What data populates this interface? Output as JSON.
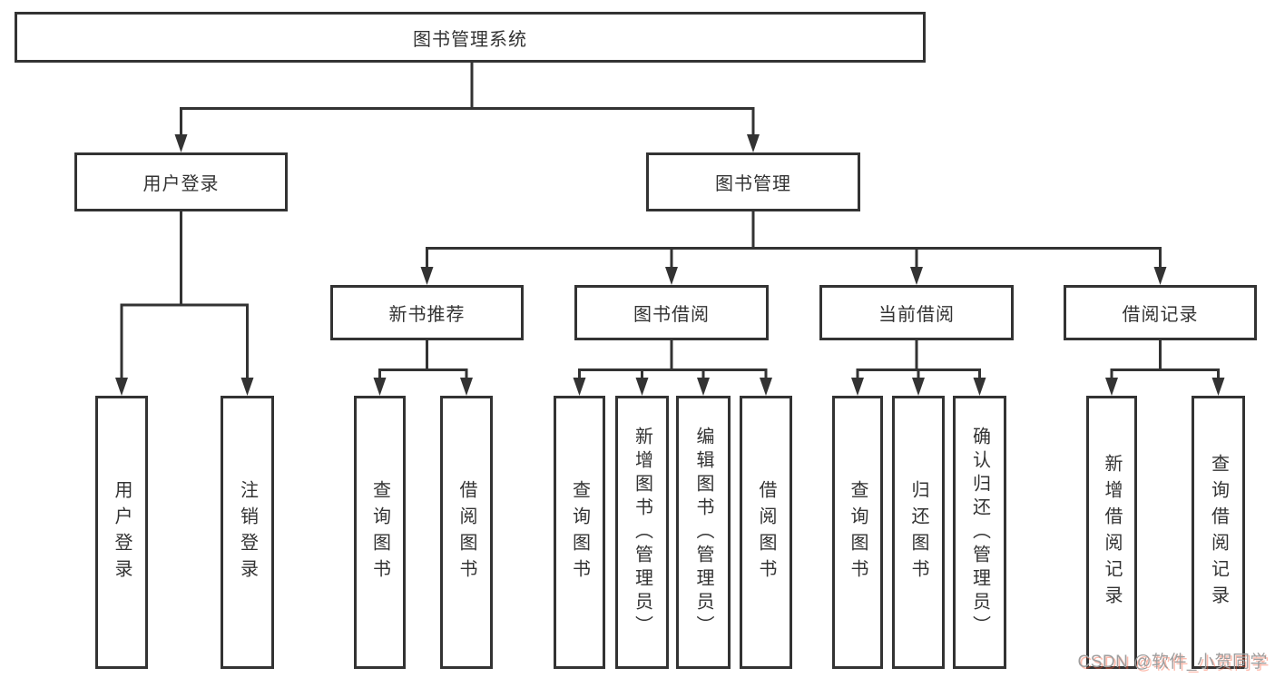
{
  "diagram": {
    "type": "hierarchy-tree",
    "title": "图书管理系统",
    "nodes": {
      "root": "图书管理系统",
      "level2": [
        "用户登录",
        "图书管理"
      ],
      "level3": [
        "新书推荐",
        "图书借阅",
        "当前借阅",
        "借阅记录"
      ],
      "login_children": [
        "用户登录",
        "注销登录"
      ],
      "recommend_children": [
        "查询图书",
        "借阅图书"
      ],
      "borrowing_children": [
        "查询图书",
        "新增图书（管理员）",
        "编辑图书（管理员）",
        "借阅图书"
      ],
      "current_children": [
        "查询图书",
        "归还图书",
        "确认归还（管理员）"
      ],
      "records_children": [
        "新增借阅记录",
        "查询借阅记录"
      ]
    },
    "hierarchy": {
      "图书管理系统": {
        "用户登录": [
          "用户登录",
          "注销登录"
        ],
        "图书管理": {
          "新书推荐": [
            "查询图书",
            "借阅图书"
          ],
          "图书借阅": [
            "查询图书",
            "新增图书（管理员）",
            "编辑图书（管理员）",
            "借阅图书"
          ],
          "当前借阅": [
            "查询图书",
            "归还图书",
            "确认归还（管理员）"
          ],
          "借阅记录": [
            "新增借阅记录",
            "查询借阅记录"
          ]
        }
      }
    },
    "colors": {
      "line": "#333333",
      "box_border": "#333333",
      "text": "#333333",
      "background": "#ffffff",
      "watermark_text": "#9e9e9e",
      "watermark_shadow": "#fc5531"
    }
  },
  "watermark": {
    "text": "CSDN @软件_小贺同学"
  }
}
